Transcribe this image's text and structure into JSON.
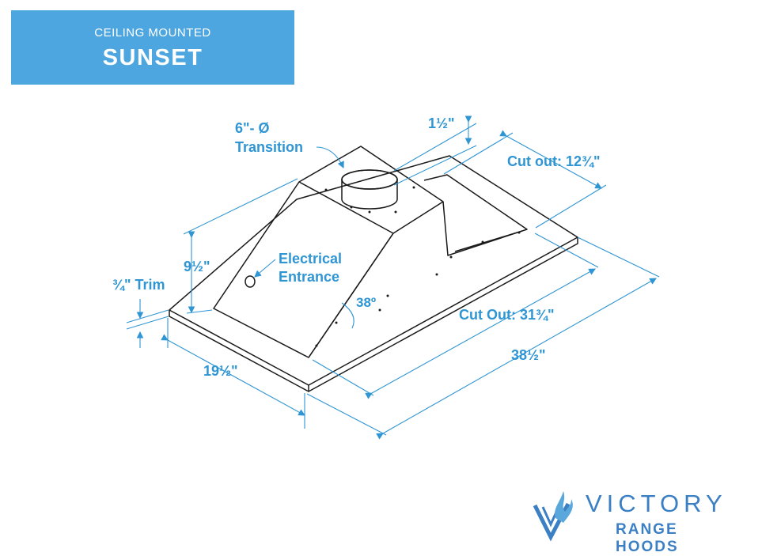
{
  "header": {
    "subtitle": "CEILING MOUNTED",
    "title": "SUNSET"
  },
  "labels": {
    "transition_size": "6\"- Ø",
    "transition": "Transition",
    "top_offset": "1½\"",
    "cutout_depth": "Cut out: 12¾\"",
    "height": "9½\"",
    "electrical_line1": "Electrical",
    "electrical_line2": "Entrance",
    "trim": "¾\" Trim",
    "angle": "38º",
    "cutout_width": "Cut Out: 31¾\"",
    "width": "38½\"",
    "depth": "19½\""
  },
  "logo": {
    "word": "VICTORY",
    "tagline": "RANGE HOODS"
  },
  "colors": {
    "accent": "#4da6df",
    "dimension": "#2f95d3",
    "logo": "#3b7fc4",
    "line": "#1a1a1a"
  }
}
